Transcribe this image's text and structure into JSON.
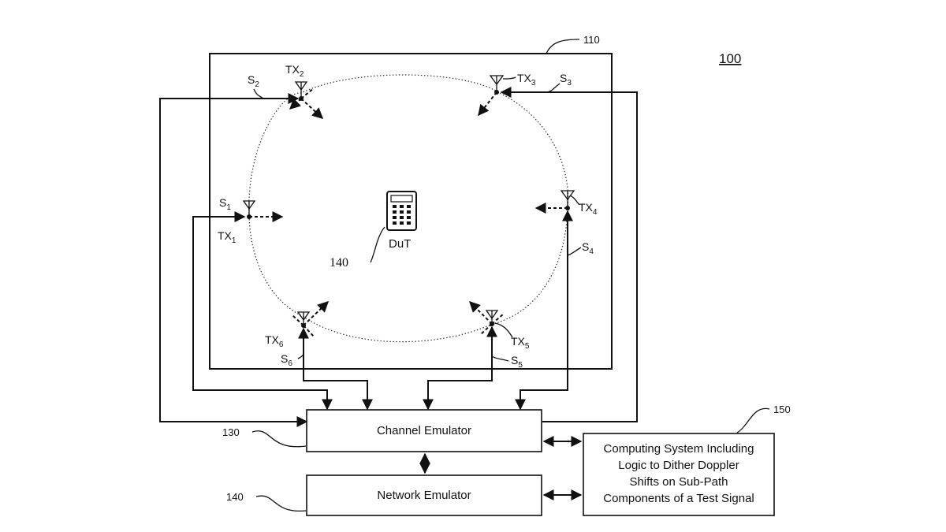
{
  "figure": {
    "figure_ref": "100",
    "chamber_ref": "110",
    "dut_ref": "140",
    "channel_emulator_ref": "130",
    "network_emulator_ref": "140",
    "computing_system_ref": "150"
  },
  "dut": {
    "label": "DuT"
  },
  "transmitters": [
    {
      "id": "tx1",
      "prefix": "TX",
      "sub": "1"
    },
    {
      "id": "tx2",
      "prefix": "TX",
      "sub": "2"
    },
    {
      "id": "tx3",
      "prefix": "TX",
      "sub": "3"
    },
    {
      "id": "tx4",
      "prefix": "TX",
      "sub": "4"
    },
    {
      "id": "tx5",
      "prefix": "TX",
      "sub": "5"
    },
    {
      "id": "tx6",
      "prefix": "TX",
      "sub": "6"
    }
  ],
  "signals": [
    {
      "id": "s1",
      "prefix": "S",
      "sub": "1"
    },
    {
      "id": "s2",
      "prefix": "S",
      "sub": "2"
    },
    {
      "id": "s3",
      "prefix": "S",
      "sub": "3"
    },
    {
      "id": "s4",
      "prefix": "S",
      "sub": "4"
    },
    {
      "id": "s5",
      "prefix": "S",
      "sub": "5"
    },
    {
      "id": "s6",
      "prefix": "S",
      "sub": "6"
    }
  ],
  "blocks": {
    "channel_emulator": "Channel Emulator",
    "network_emulator": "Network Emulator",
    "computing_system_lines": [
      "Computing System Including",
      "Logic to Dither Doppler",
      "Shifts on Sub-Path",
      "Components of a Test Signal"
    ]
  }
}
